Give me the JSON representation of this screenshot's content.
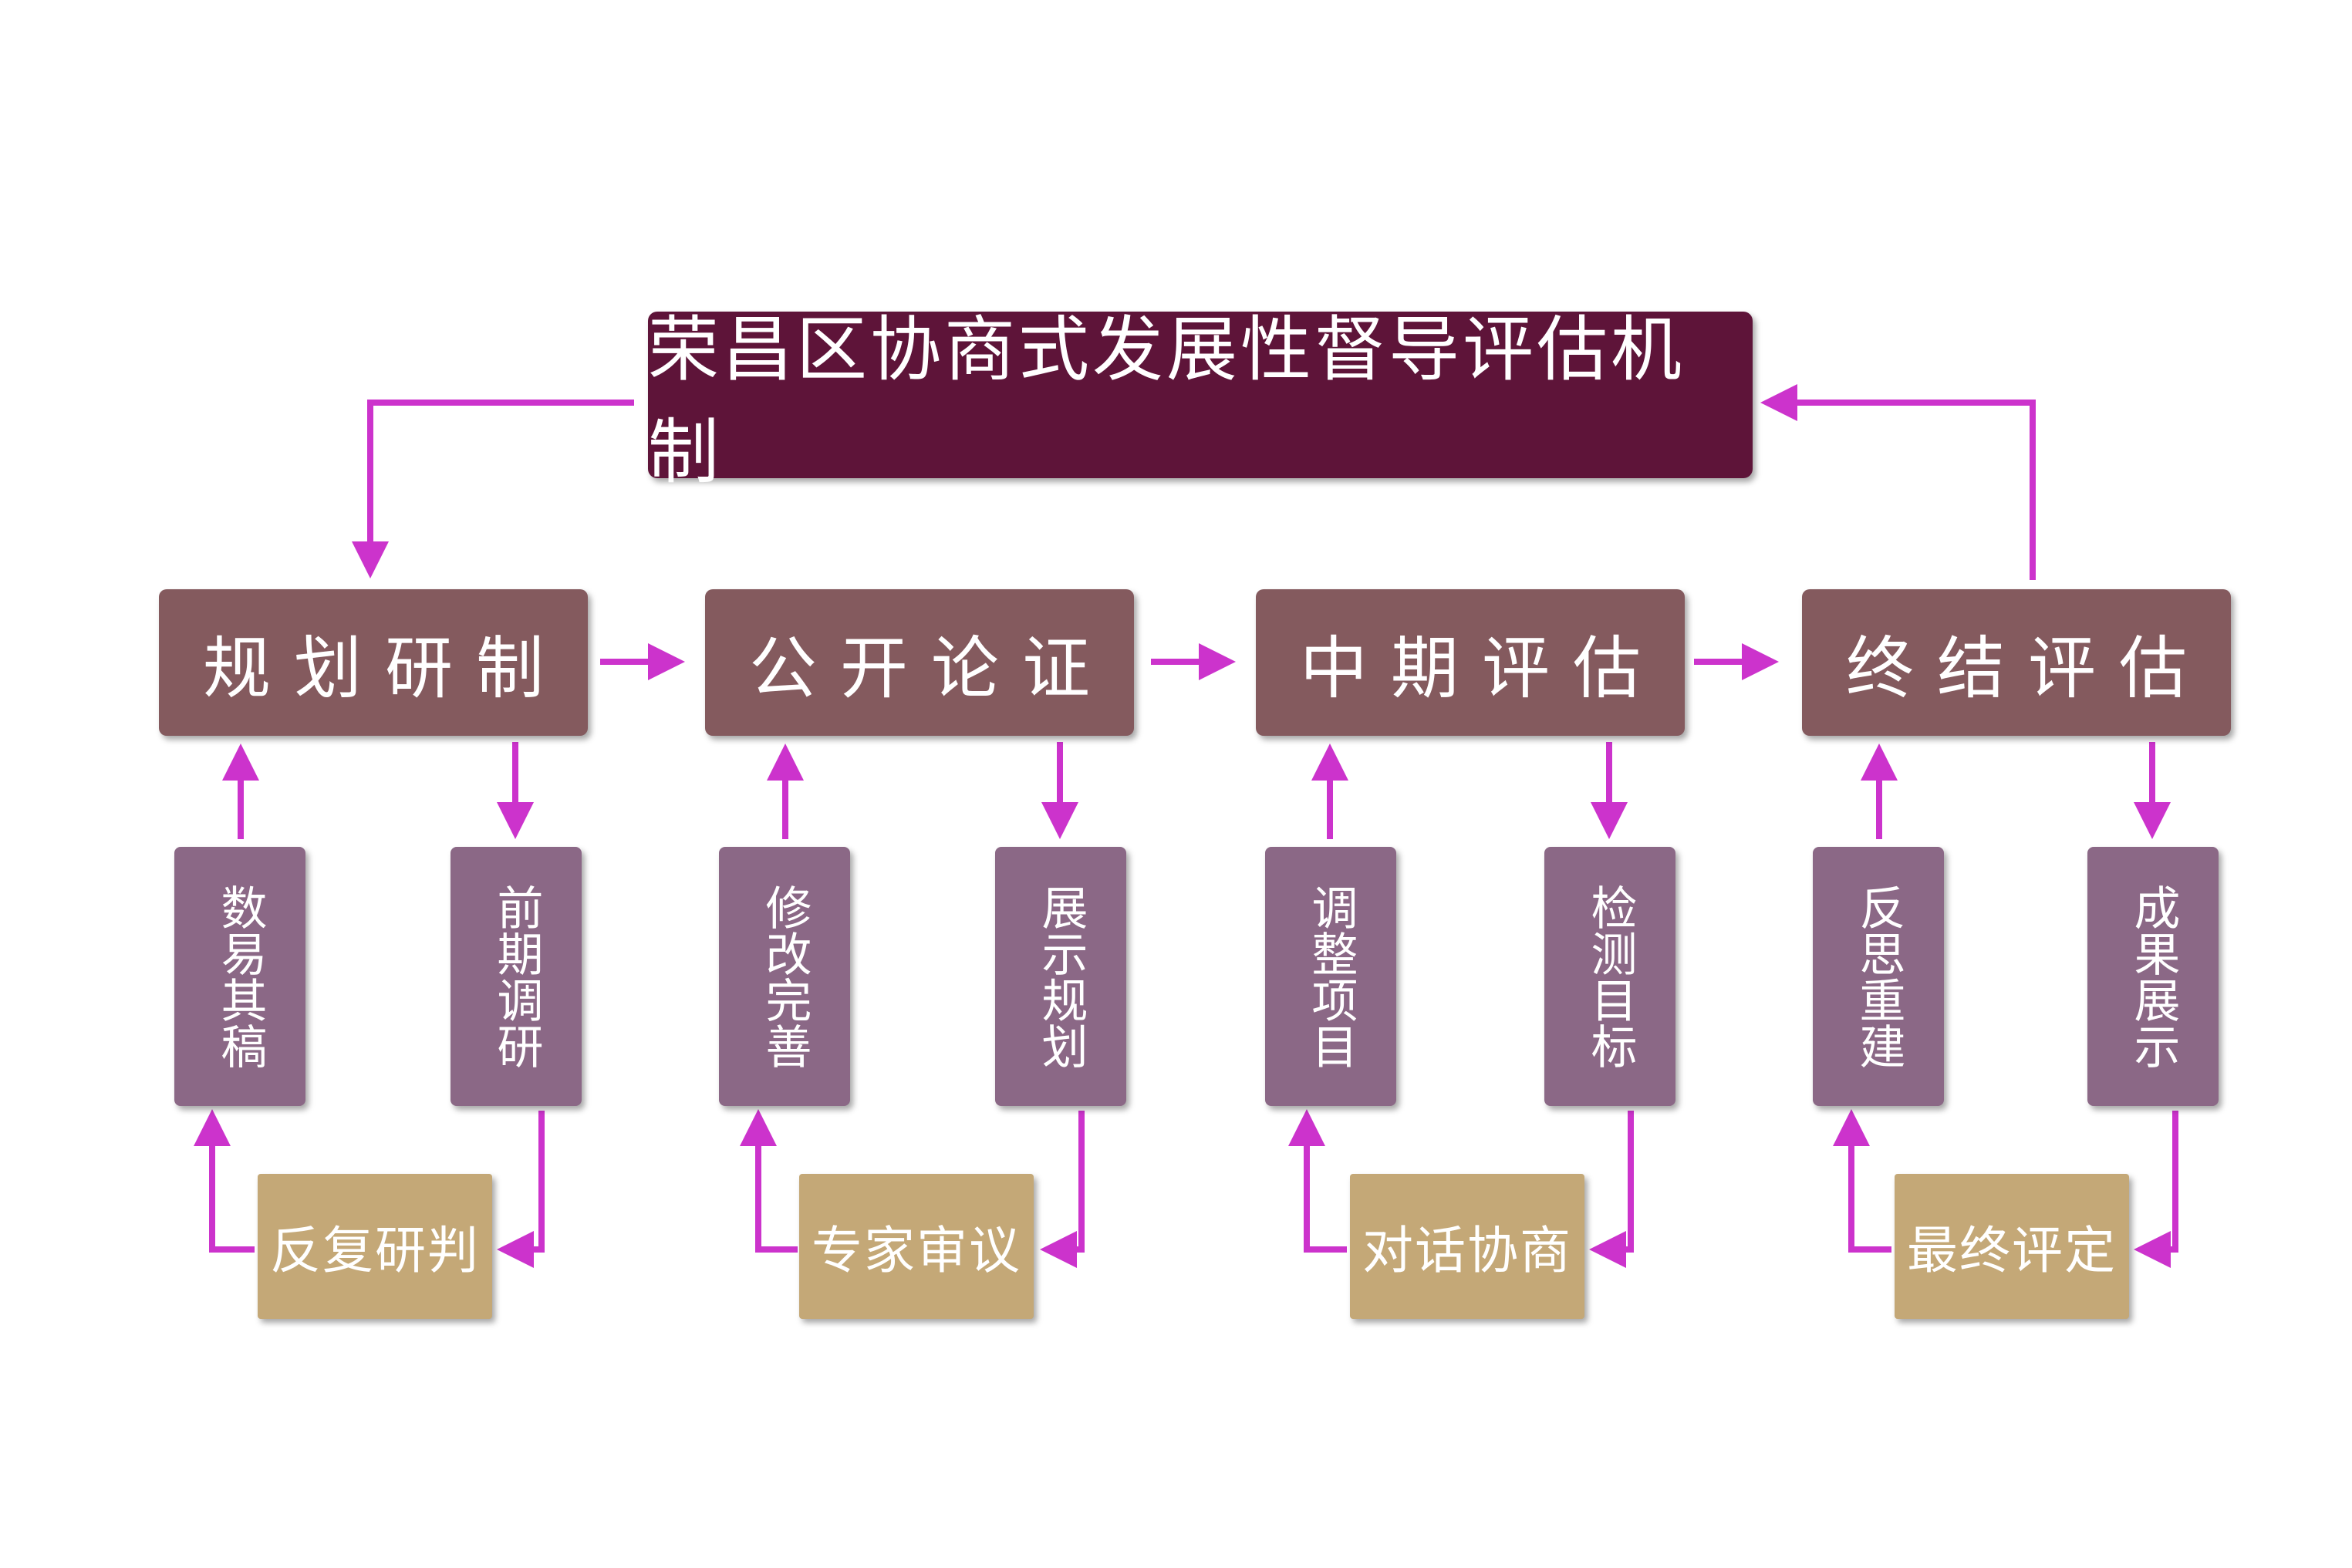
{
  "title": "荣昌区协商式发展性督导评估机制",
  "stages": [
    {
      "label": "规划研制",
      "up_item": "数易其稿",
      "down_item": "前期调研",
      "loop": "反复研判"
    },
    {
      "label": "公开论证",
      "up_item": "修改完善",
      "down_item": "展示规划",
      "loop": "专家审议"
    },
    {
      "label": "中期评估",
      "up_item": "调整项目",
      "down_item": "检测目标",
      "loop": "对话协商"
    },
    {
      "label": "终结评估",
      "up_item": "反思重建",
      "down_item": "成果展示",
      "loop": "最终评定"
    }
  ],
  "colors": {
    "title_bg": "#5e1439",
    "stage_bg": "#845a5e",
    "sub_bg": "#8b6886",
    "loop_bg": "#c4a877",
    "arrow": "#cc33cc",
    "text": "#ffffff"
  }
}
